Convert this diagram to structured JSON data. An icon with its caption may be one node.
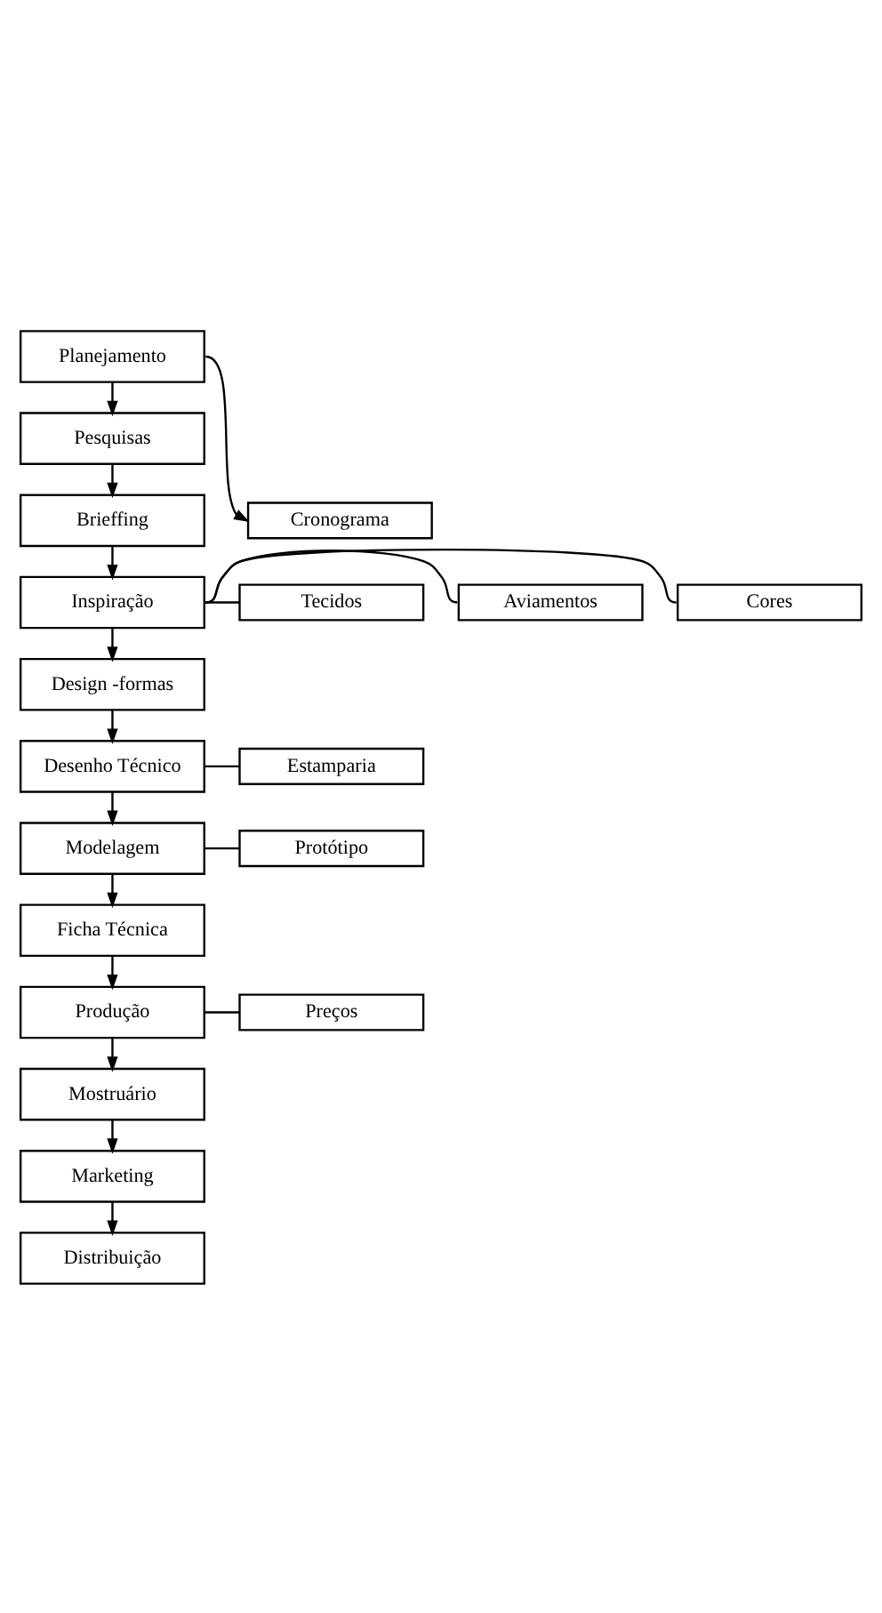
{
  "diagram": {
    "nodes": [
      {
        "text": [
          "Planejamento"
        ]
      },
      {
        "text": [
          "Cronograma"
        ]
      },
      {
        "text": [
          "Pesquisas"
        ]
      },
      {
        "text": [
          "Brieffing"
        ]
      },
      {
        "text": [
          "Inspiração"
        ]
      },
      {
        "text": [
          "Cores"
        ]
      },
      {
        "text": [
          "Tecidos"
        ]
      },
      {
        "text": [
          "Aviamentos"
        ]
      },
      {
        "text": [
          "Design -formas"
        ]
      },
      {
        "text": [
          "Desenho Técnico"
        ]
      },
      {
        "text": [
          "Estamparia"
        ]
      },
      {
        "text": [
          "Modelagem"
        ]
      },
      {
        "text": [
          "Protótipo"
        ]
      },
      {
        "text": [
          "Ficha Técnica"
        ]
      },
      {
        "text": [
          "Produção"
        ]
      },
      {
        "text": [
          "Preços"
        ]
      },
      {
        "text": [
          "Mostruário"
        ]
      },
      {
        "text": [
          "Marketing"
        ]
      },
      {
        "text": [
          "Distribuição"
        ]
      }
    ],
    "edges": [
      {
        "from": 0,
        "to": 2,
        "arrow": "to"
      },
      {
        "from": 0,
        "to": 1,
        "arrow": "to"
      },
      {
        "from": 2,
        "to": 3,
        "arrow": "to"
      },
      {
        "from": 3,
        "to": 4,
        "arrow": "to"
      },
      {
        "from": 4,
        "to": 5,
        "arrow": "none"
      },
      {
        "from": 4,
        "to": 6,
        "arrow": "none"
      },
      {
        "from": 4,
        "to": 7,
        "arrow": "none"
      },
      {
        "from": 4,
        "to": 8,
        "arrow": "to"
      },
      {
        "from": 8,
        "to": 9,
        "arrow": "to"
      },
      {
        "from": 9,
        "to": 10,
        "arrow": "none"
      },
      {
        "from": 9,
        "to": 11,
        "arrow": "to"
      },
      {
        "from": 11,
        "to": 12,
        "arrow": "none"
      },
      {
        "from": 11,
        "to": 13,
        "arrow": "to"
      },
      {
        "from": 13,
        "to": 14,
        "arrow": "to"
      },
      {
        "from": 14,
        "to": 15,
        "arrow": "none"
      },
      {
        "from": 14,
        "to": 16,
        "arrow": "to"
      },
      {
        "from": 16,
        "to": 17,
        "arrow": "to"
      },
      {
        "from": 17,
        "to": 18,
        "arrow": "to"
      }
    ]
  }
}
